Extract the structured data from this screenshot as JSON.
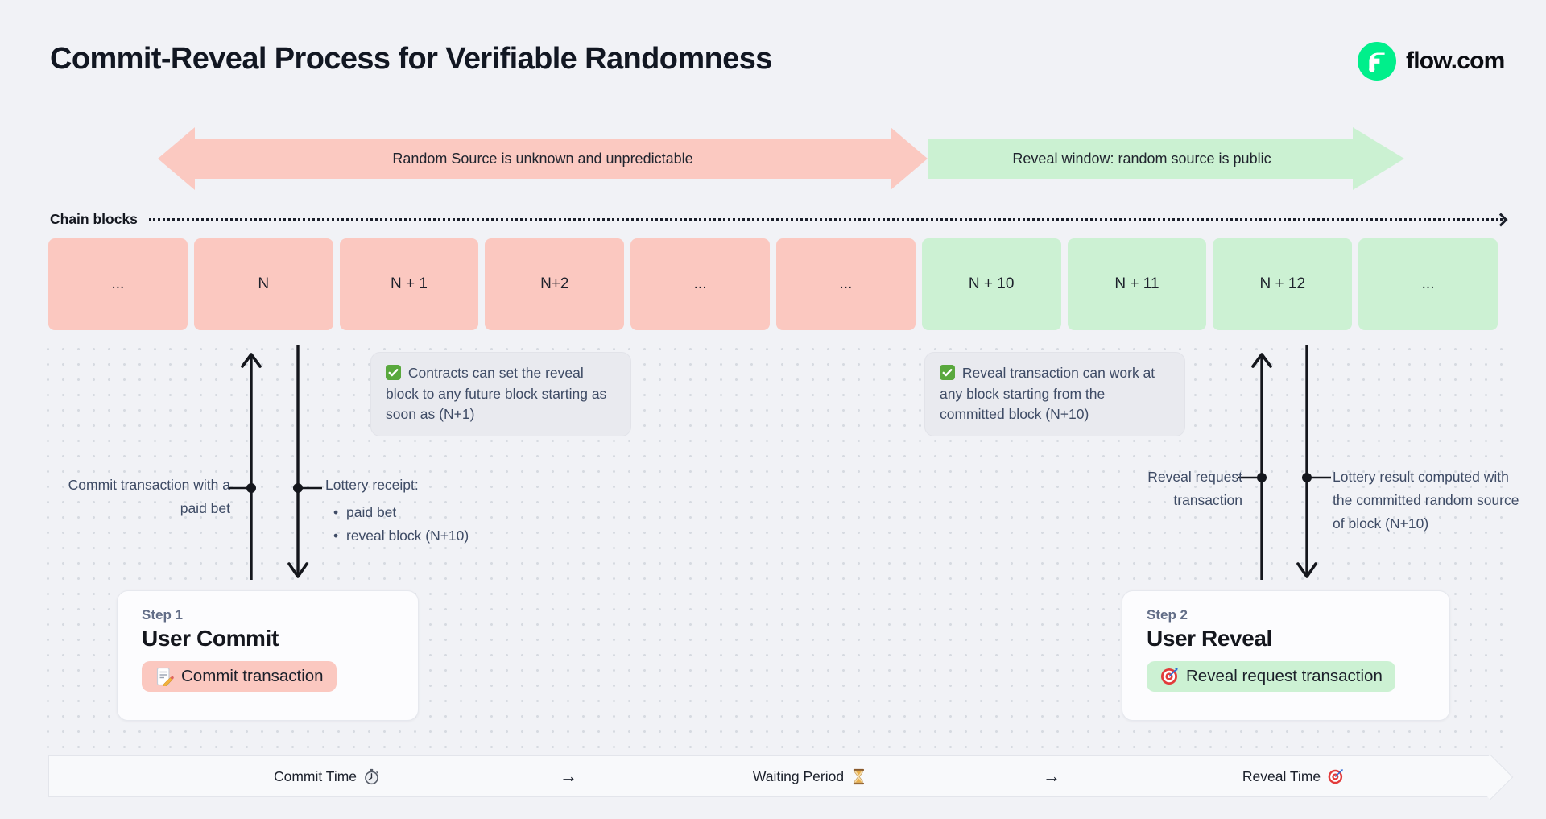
{
  "header": {
    "title": "Commit-Reveal Process for Verifiable Randomness",
    "brand": "flow.com"
  },
  "colors": {
    "background": "#F1F2F6",
    "commit_pink": "#FBC8C0",
    "reveal_green": "#CCF1D3",
    "flow_green": "#00EF8B",
    "note_gray": "#E9EAEF",
    "text_dark": "#14171F",
    "text_slate": "#3E4B65"
  },
  "phase_arrows": {
    "commit": {
      "label": "Random Source is unknown and unpredictable",
      "direction": "double",
      "color": "#FBC8C0"
    },
    "reveal": {
      "label": "Reveal window: random source is public",
      "direction": "right",
      "color": "#CCF1D3"
    }
  },
  "chain": {
    "label": "Chain blocks",
    "blocks": [
      {
        "label": "...",
        "phase": "commit"
      },
      {
        "label": "N",
        "phase": "commit"
      },
      {
        "label": "N + 1",
        "phase": "commit"
      },
      {
        "label": "N+2",
        "phase": "commit"
      },
      {
        "label": "...",
        "phase": "commit"
      },
      {
        "label": "...",
        "phase": "commit"
      },
      {
        "label": "N + 10",
        "phase": "reveal"
      },
      {
        "label": "N + 11",
        "phase": "reveal"
      },
      {
        "label": "N + 12",
        "phase": "reveal"
      },
      {
        "label": "...",
        "phase": "reveal"
      }
    ]
  },
  "notes": {
    "commit": {
      "icon": "check-icon",
      "text": "Contracts can set the reveal block to any future block starting as soon as (N+1)"
    },
    "reveal": {
      "icon": "check-icon",
      "text": "Reveal transaction can work at any block starting from the committed block (N+10)"
    }
  },
  "commit_flow": {
    "up_label": "Commit transaction with a paid bet",
    "receipt_title": "Lottery receipt:",
    "receipt_bullets": [
      "paid bet",
      "reveal block (N+10)"
    ]
  },
  "reveal_flow": {
    "up_label": "Reveal request transaction",
    "down_label": "Lottery result computed with the committed random source of block (N+10)"
  },
  "steps": {
    "step1": {
      "kicker": "Step 1",
      "title": "User Commit",
      "badge": "Commit transaction",
      "badge_icon": "memo-icon",
      "badge_color": "#FBC8C0"
    },
    "step2": {
      "kicker": "Step 2",
      "title": "User Reveal",
      "badge": "Reveal request transaction",
      "badge_icon": "target-icon",
      "badge_color": "#CCF1D3"
    }
  },
  "timeline": {
    "commit": {
      "label": "Commit Time",
      "icon": "stopwatch-icon"
    },
    "arrow1": "→",
    "waiting": {
      "label": "Waiting Period",
      "icon": "hourglass-icon"
    },
    "arrow2": "→",
    "reveal": {
      "label": "Reveal Time",
      "icon": "target-icon"
    }
  }
}
